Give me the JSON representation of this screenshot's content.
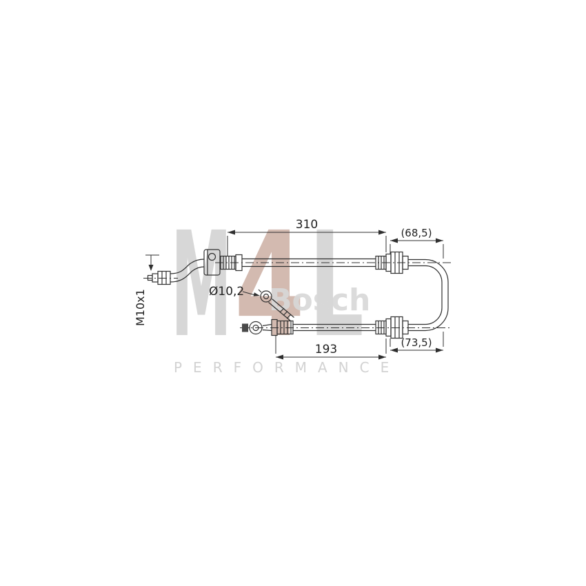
{
  "page": {
    "background_color": "#ffffff"
  },
  "watermark": {
    "logo_m": "M",
    "logo_4": "4",
    "logo_l": "L",
    "logo_subtext": "PERFORMANCE",
    "brand_text": "Bosch",
    "logo_gray": "#d7d7d7",
    "logo_accent": "#c9a99d",
    "brand_gray": "#d8d8d8"
  },
  "drawing": {
    "type": "brake-hose-technical-diagram",
    "line_color": "#2f2f2f",
    "labels": {
      "top_length": "310",
      "top_right_length": "(68,5)",
      "bottom_right_length": "(73,5)",
      "bottom_length": "193",
      "eyelet_diameter": "Ø10,2",
      "thread_size": "M10x1"
    }
  }
}
